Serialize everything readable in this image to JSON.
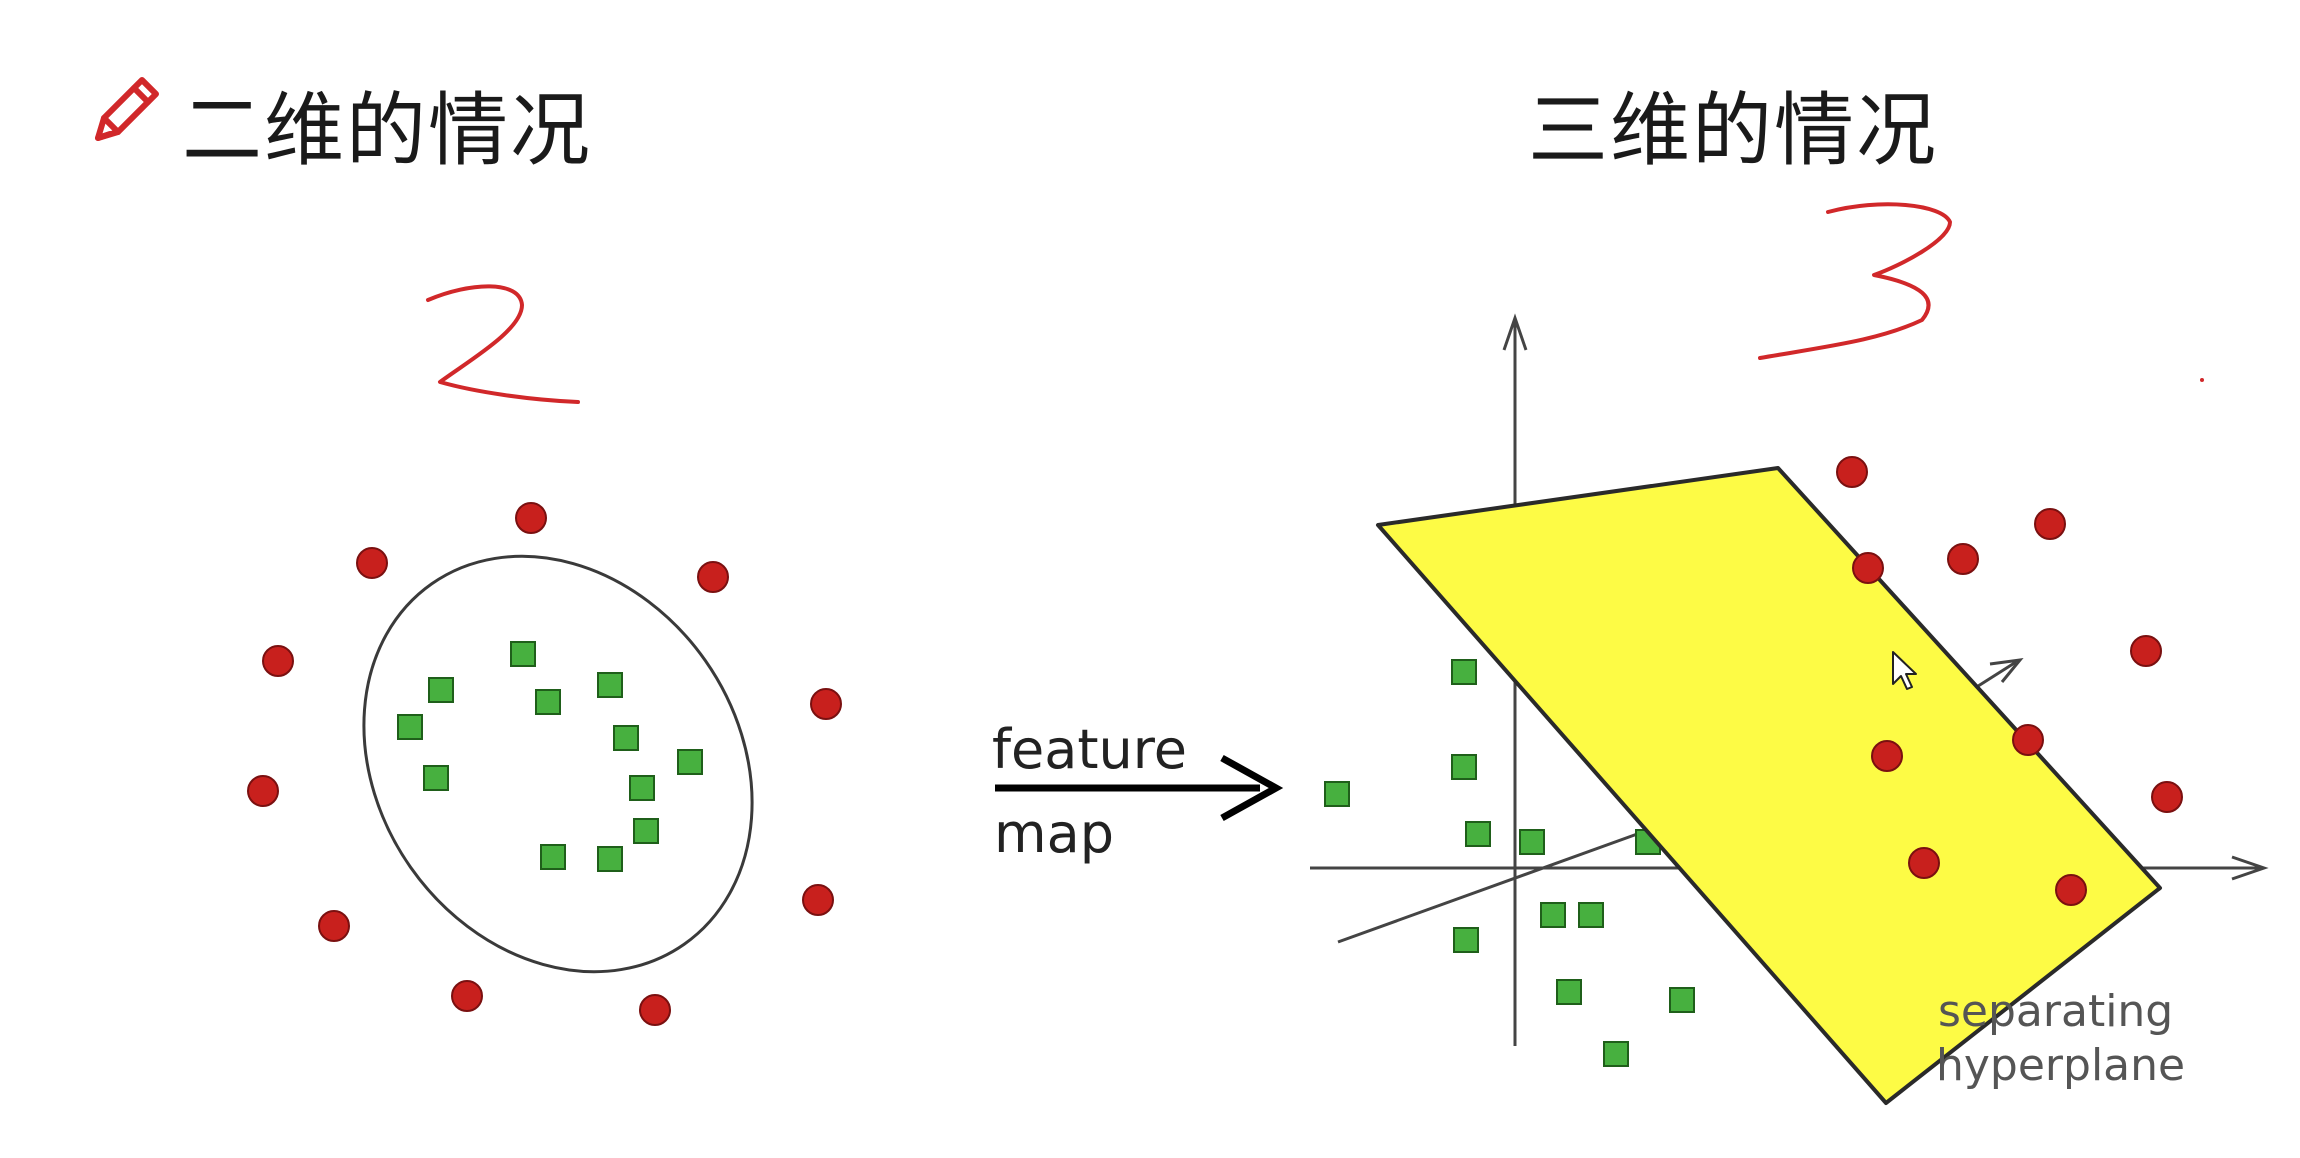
{
  "header": {
    "left_title": "二维的情况",
    "right_title": "三维的情况"
  },
  "annotations": {
    "left_number": "2",
    "right_number": "3"
  },
  "arrow": {
    "line1": "feature",
    "line2": "map"
  },
  "plane": {
    "label_line1": "separating",
    "label_line2": "hyperplane"
  },
  "colors": {
    "red_point": "#c8201d",
    "green_point": "#47b03f",
    "plane_fill": "#fdfb45",
    "handwriting": "#d1282a"
  },
  "icons": [
    "pencil-icon",
    "mouse-cursor-icon"
  ]
}
